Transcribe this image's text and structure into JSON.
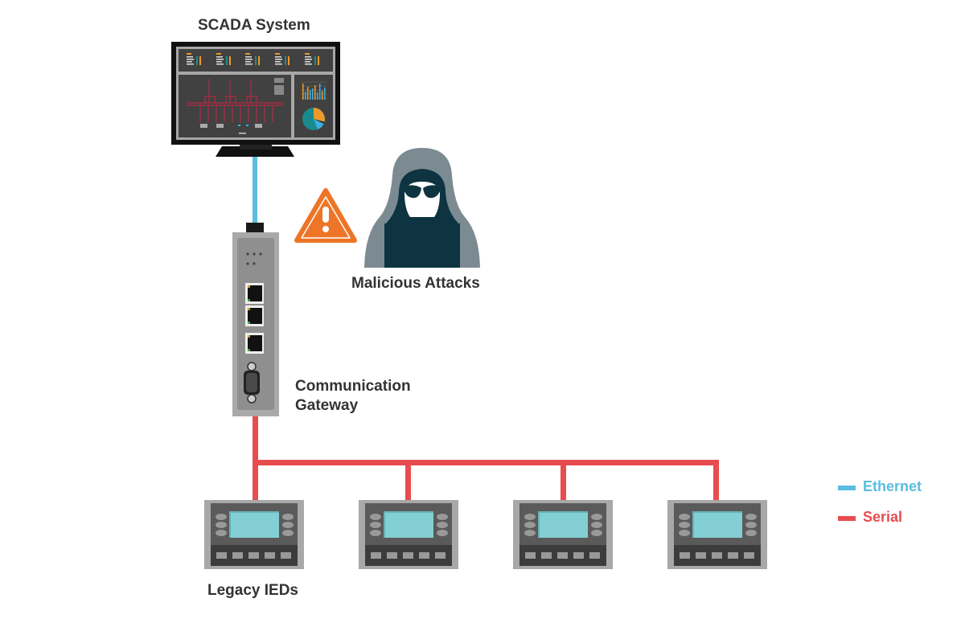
{
  "labels": {
    "scada": "SCADA System",
    "attacks": "Malicious Attacks",
    "gateway_line1": "Communication",
    "gateway_line2": "Gateway",
    "ieds": "Legacy IEDs"
  },
  "legend": [
    {
      "label": "Ethernet",
      "color": "#5bbde0"
    },
    {
      "label": "Serial",
      "color": "#e84c4f"
    }
  ],
  "colors": {
    "ethernet": "#5bbde0",
    "serial": "#e84c4f",
    "warning": "#ee7527",
    "hacker_hood": "#7c8b92",
    "hacker_dark": "#0d3440",
    "device_gray": "#a8a8a8",
    "ied_screen": "#84cfd3"
  },
  "ied_count": 4,
  "gateway_ports": {
    "ethernet": 3,
    "serial": 1
  }
}
